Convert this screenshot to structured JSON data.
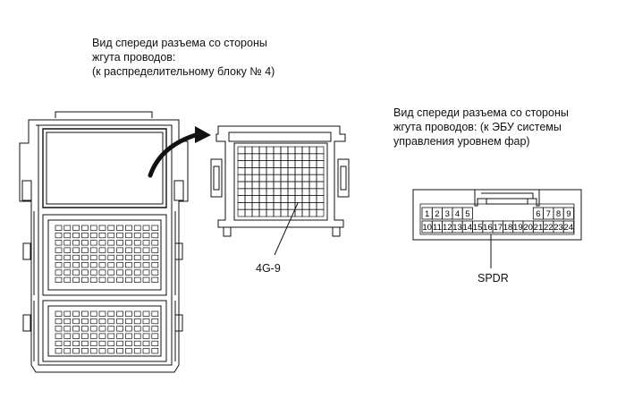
{
  "labels": {
    "left_view": [
      "Вид спереди разъема со стороны",
      "жгута проводов:",
      "(к распределительному блоку № 4)"
    ],
    "right_view": [
      "Вид спереди разъема со стороны",
      "жгута проводов: (к ЭБУ системы",
      "управления уровнем фар)"
    ],
    "connector_4g9": "4G-9",
    "connector_spdr": "SPDR"
  },
  "spdr_pins": {
    "top_row": [
      "1",
      "2",
      "3",
      "4",
      "5",
      "",
      "",
      "",
      "",
      "",
      "",
      "6",
      "7",
      "8",
      "9"
    ],
    "bottom_row": [
      "10",
      "11",
      "12",
      "13",
      "14",
      "15",
      "16",
      "17",
      "18",
      "19",
      "20",
      "21",
      "22",
      "23",
      "24"
    ]
  },
  "colors": {
    "stroke": "#111111",
    "background": "#ffffff"
  }
}
